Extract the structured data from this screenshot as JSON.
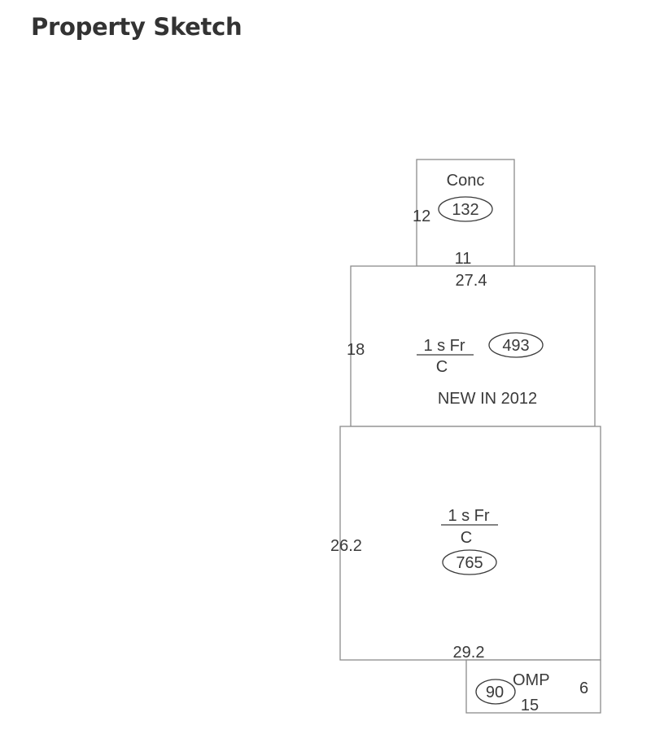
{
  "header": {
    "title": "Property Sketch"
  },
  "sketch": {
    "conc": {
      "label": "Conc",
      "area": "132",
      "side": "12",
      "width": "11"
    },
    "addition": {
      "top_width": "27.4",
      "side": "18",
      "stories": "1 s Fr",
      "construction": "C",
      "area": "493",
      "note": "NEW IN 2012"
    },
    "main": {
      "side": "26.2",
      "stories": "1 s Fr",
      "construction": "C",
      "area": "765",
      "width": "29.2"
    },
    "porch": {
      "label": "OMP",
      "area": "90",
      "side": "6",
      "width": "15"
    }
  },
  "colors": {
    "title": "#333333",
    "outline": "#8c8c8c",
    "text": "#3a3a3a"
  }
}
